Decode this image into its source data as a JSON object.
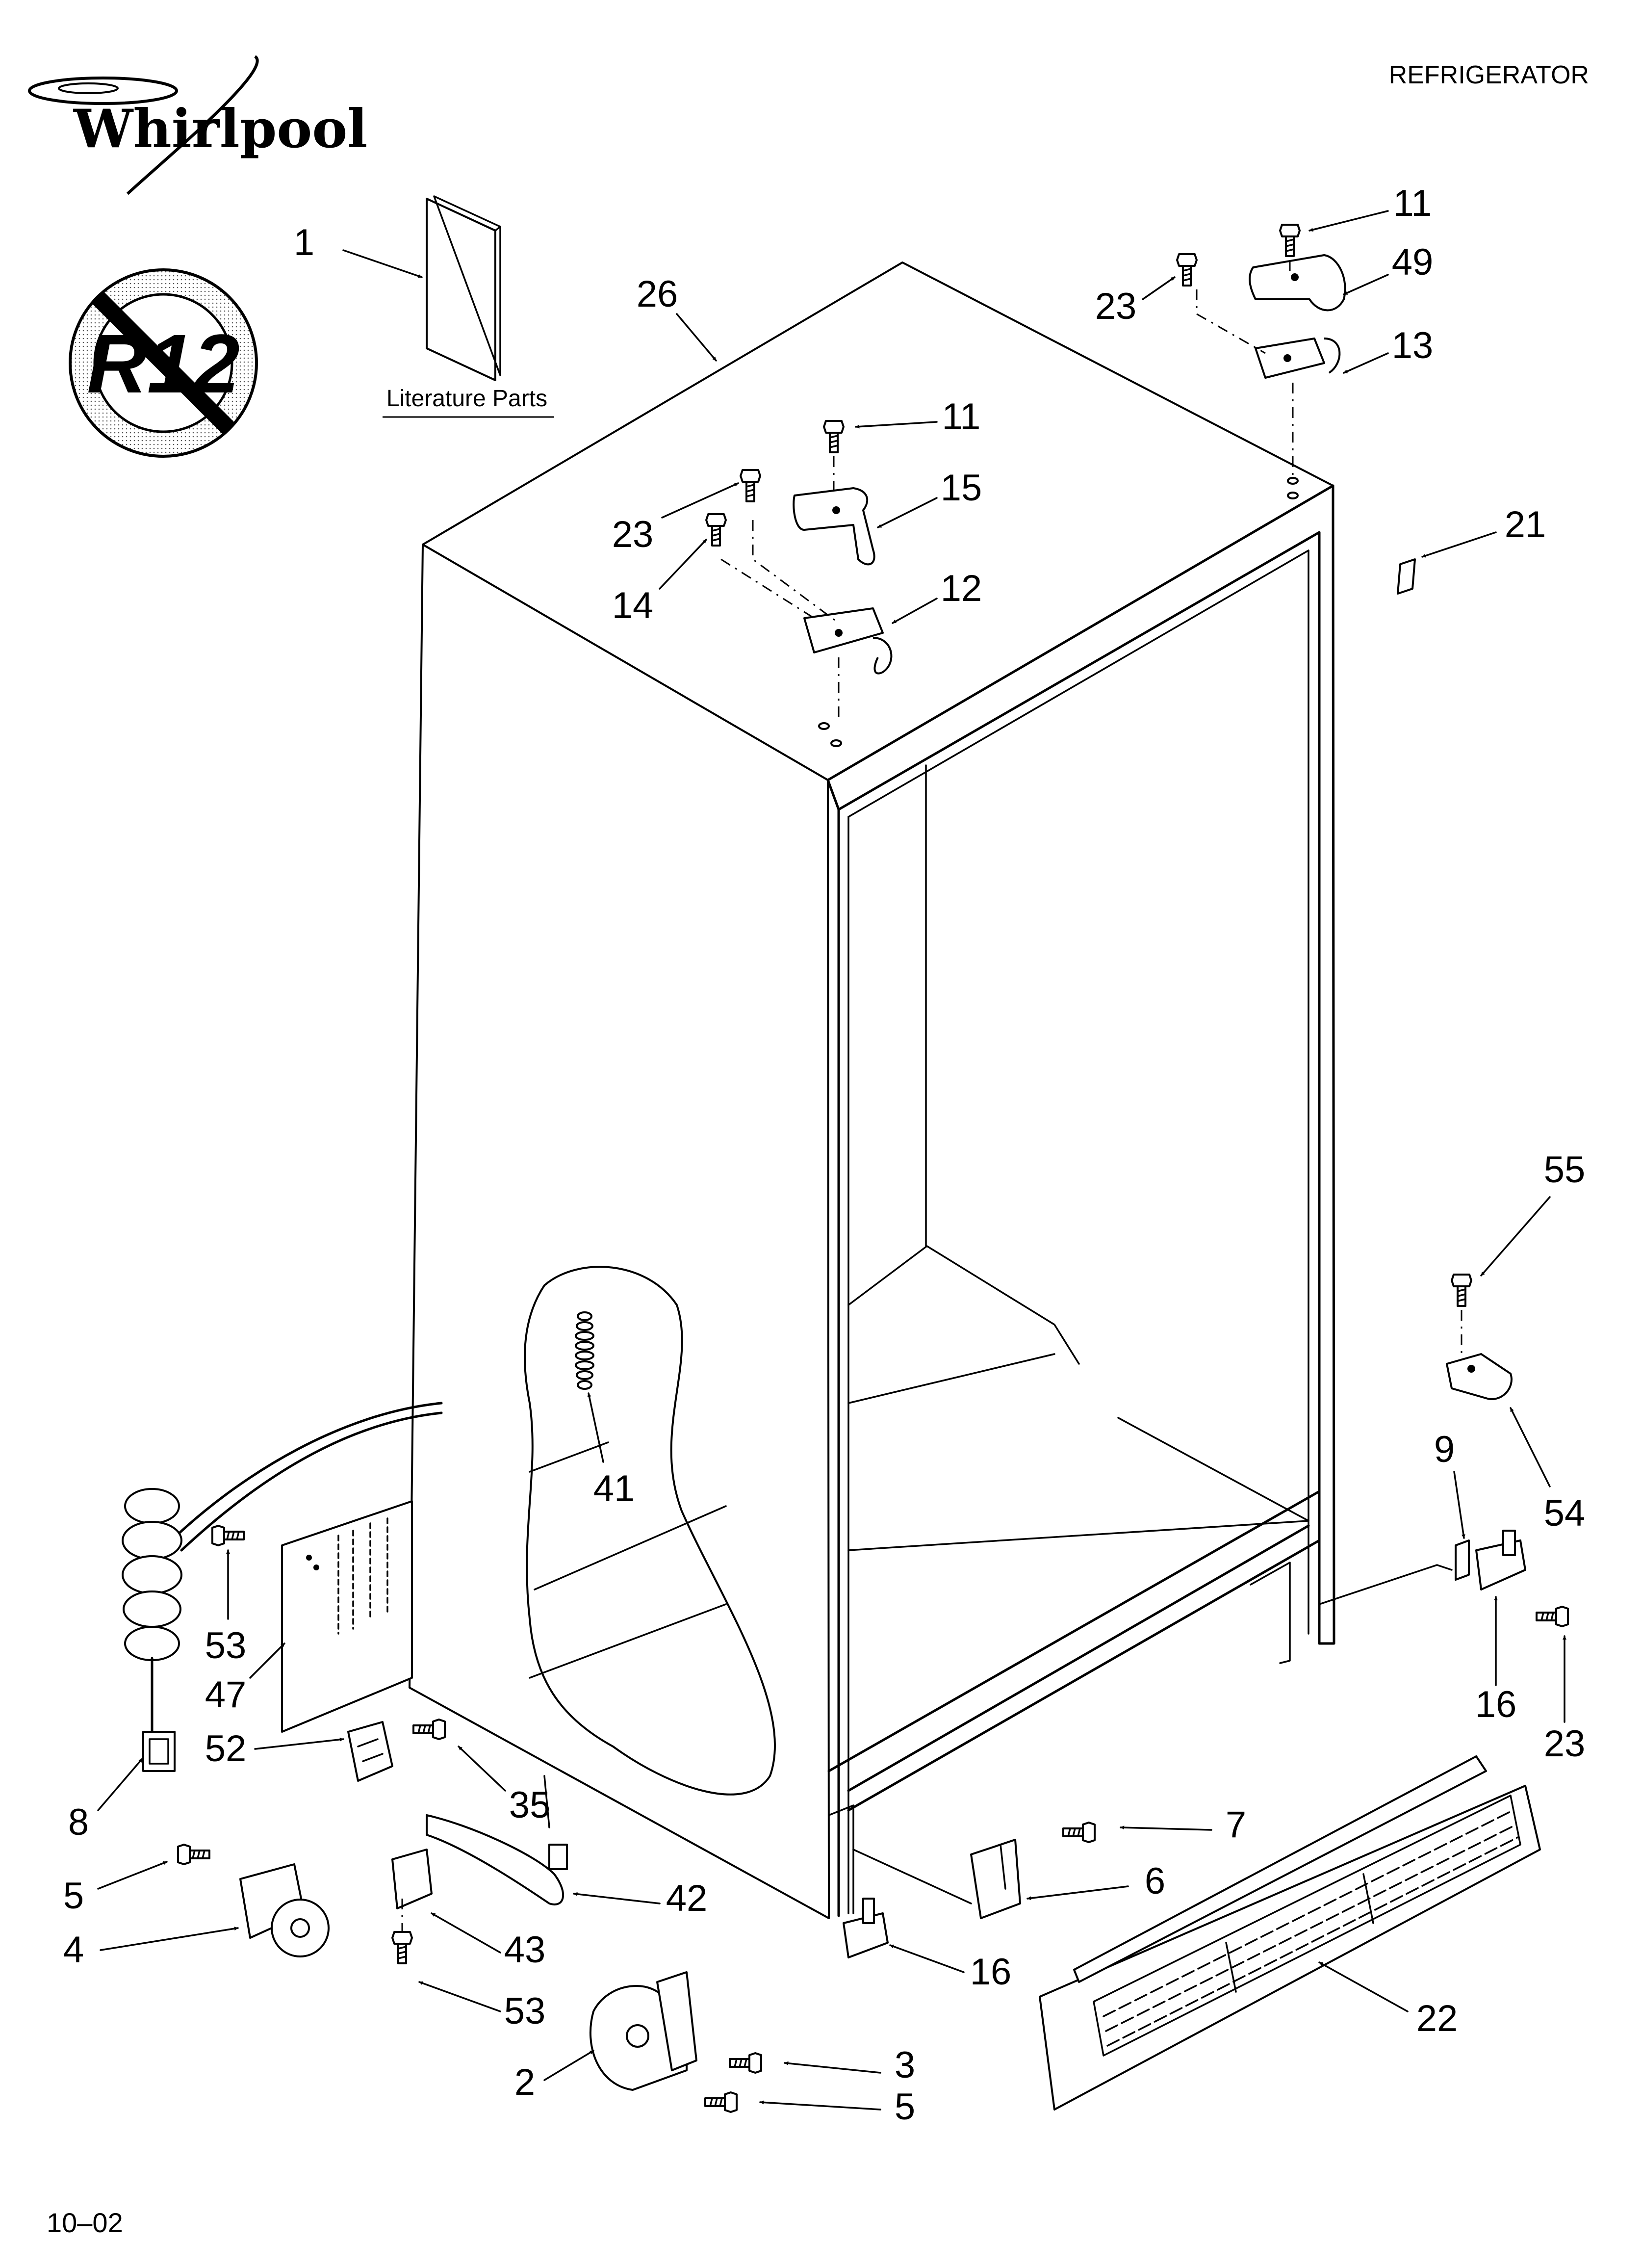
{
  "header": {
    "brand": "Whirlpool",
    "product": "REFRIGERATOR",
    "r12_text": "R12"
  },
  "literature": {
    "label": "Literature Parts"
  },
  "footer": {
    "date_code": "10–02"
  },
  "callouts": [
    {
      "label": "1"
    },
    {
      "label": "26"
    },
    {
      "label": "23"
    },
    {
      "label": "11"
    },
    {
      "label": "49"
    },
    {
      "label": "13"
    },
    {
      "label": "11"
    },
    {
      "label": "15"
    },
    {
      "label": "23"
    },
    {
      "label": "14"
    },
    {
      "label": "12"
    },
    {
      "label": "21"
    },
    {
      "label": "55"
    },
    {
      "label": "54"
    },
    {
      "label": "9"
    },
    {
      "label": "16"
    },
    {
      "label": "23"
    },
    {
      "label": "41"
    },
    {
      "label": "53"
    },
    {
      "label": "47"
    },
    {
      "label": "52"
    },
    {
      "label": "35"
    },
    {
      "label": "8"
    },
    {
      "label": "5"
    },
    {
      "label": "4"
    },
    {
      "label": "43"
    },
    {
      "label": "42"
    },
    {
      "label": "53"
    },
    {
      "label": "2"
    },
    {
      "label": "3"
    },
    {
      "label": "5"
    },
    {
      "label": "7"
    },
    {
      "label": "6"
    },
    {
      "label": "16"
    },
    {
      "label": "22"
    }
  ]
}
